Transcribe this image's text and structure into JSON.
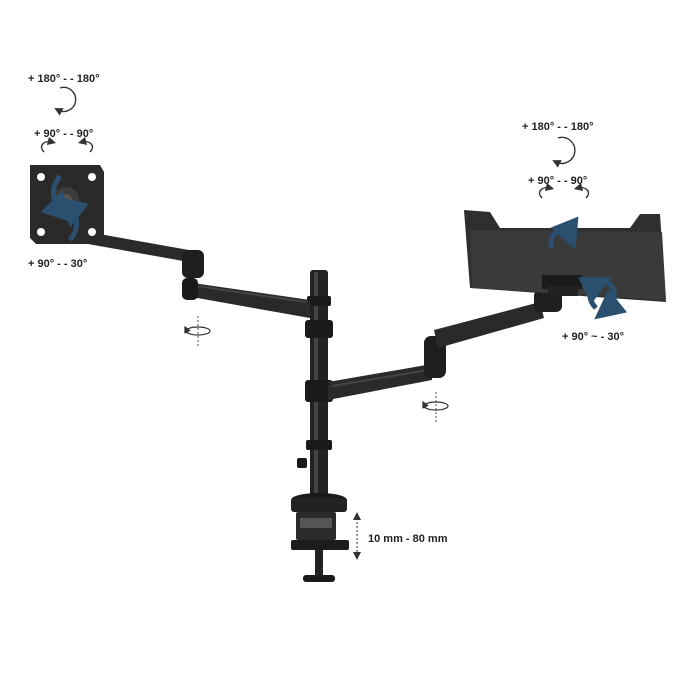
{
  "colors": {
    "mount": "#2a2a2a",
    "mount_dark": "#151515",
    "accent": "#2b4f6e",
    "background": "#ffffff"
  },
  "labels": {
    "left_rotation": "+ 180° - - 180°",
    "left_swivel": "+ 90° - - 90°",
    "left_tilt": "+ 90° - - 30°",
    "right_rotation": "+ 180° - - 180°",
    "right_swivel": "+ 90° - - 90°",
    "right_tilt": "+ 90° ~ - 30°",
    "height_range": "10 mm - 80 mm"
  },
  "icons": {
    "rotation": "rotate-circle-icon",
    "swivel": "swivel-arrows-icon",
    "tilt": "tilt-curved-arrow-icon",
    "height": "vertical-double-arrow-icon"
  }
}
